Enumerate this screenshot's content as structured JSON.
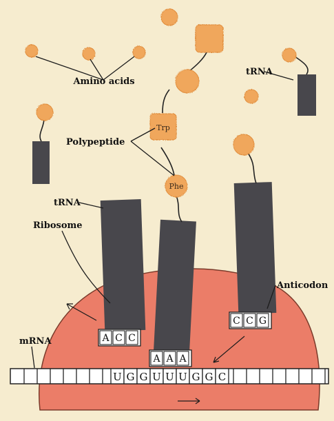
{
  "labels": {
    "amino_acids": "Amino acids",
    "trna_top": "tRNA",
    "polypeptide": "Polypeptide",
    "trna_left": "tRNA",
    "ribosome": "Ribosome",
    "anticodon": "Anticodon",
    "mrna": "mRNA"
  },
  "amino_acids": {
    "trp": "Trp",
    "phe": "Phe"
  },
  "anticodons": {
    "left": [
      "A",
      "C",
      "C"
    ],
    "middle": [
      "A",
      "A",
      "A"
    ],
    "right": [
      "C",
      "C",
      "G"
    ]
  },
  "codons": [
    "U",
    "G",
    "G",
    "U",
    "U",
    "U",
    "G",
    "G",
    "C"
  ],
  "arrows": {
    "direction": "→",
    "exit": "↖"
  },
  "colors": {
    "background": "#f6eccf",
    "amino_acid": "#f0a75c",
    "trna": "#48474c",
    "ribosome": "#eb7d68",
    "mrna_strand": "#ffffff"
  }
}
